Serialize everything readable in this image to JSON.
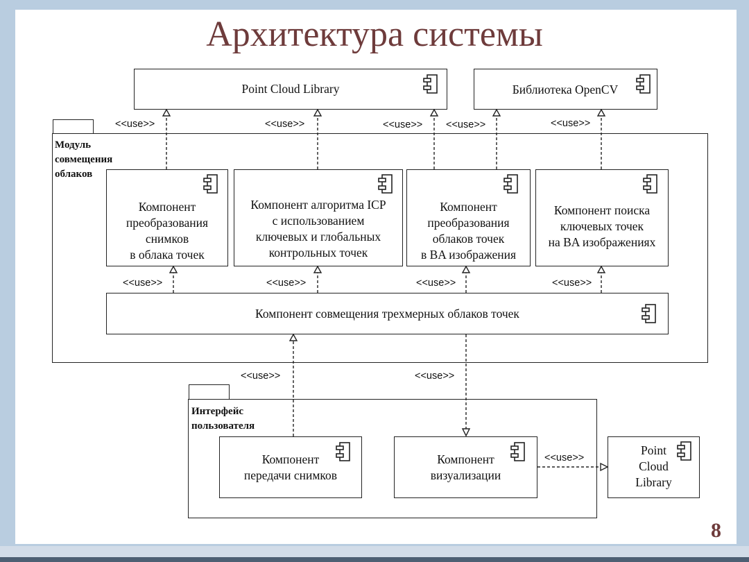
{
  "slide": {
    "title": "Архитектура системы",
    "page_number": "8"
  },
  "stereotype": "<<use>>",
  "packages": {
    "module": {
      "label_lines": [
        "Модуль",
        "совмещения",
        "облаков"
      ]
    },
    "interface": {
      "label_lines": [
        "Интерфейс",
        "пользователя"
      ]
    }
  },
  "external_libraries": {
    "pcl_top": {
      "lines": [
        "Point Cloud Library"
      ]
    },
    "opencv": {
      "lines": [
        "Библиотека OpenCV"
      ]
    },
    "pcl_bottom": {
      "lines": [
        "Point",
        "Cloud",
        "Library"
      ]
    }
  },
  "components": {
    "images_to_clouds": {
      "lines": [
        "Компонент",
        "преобразования",
        "снимков",
        "в облака точек"
      ]
    },
    "icp": {
      "lines": [
        "Компонент алгоритма ICP",
        "с использованием",
        "ключевых и глобальных",
        "контрольных точек"
      ]
    },
    "clouds_to_ba": {
      "lines": [
        "Компонент",
        "преобразования",
        "облаков точек",
        "в BA изображения"
      ]
    },
    "keypoints_ba": {
      "lines": [
        "Компонент поиска",
        "ключевых точек",
        "на BA изображениях"
      ]
    },
    "registration": {
      "lines": [
        "Компонент совмещения трехмерных облаков точек"
      ]
    },
    "image_transfer": {
      "lines": [
        "Компонент",
        "передачи снимков"
      ]
    },
    "visualization": {
      "lines": [
        "Компонент",
        "визуализации"
      ]
    }
  }
}
